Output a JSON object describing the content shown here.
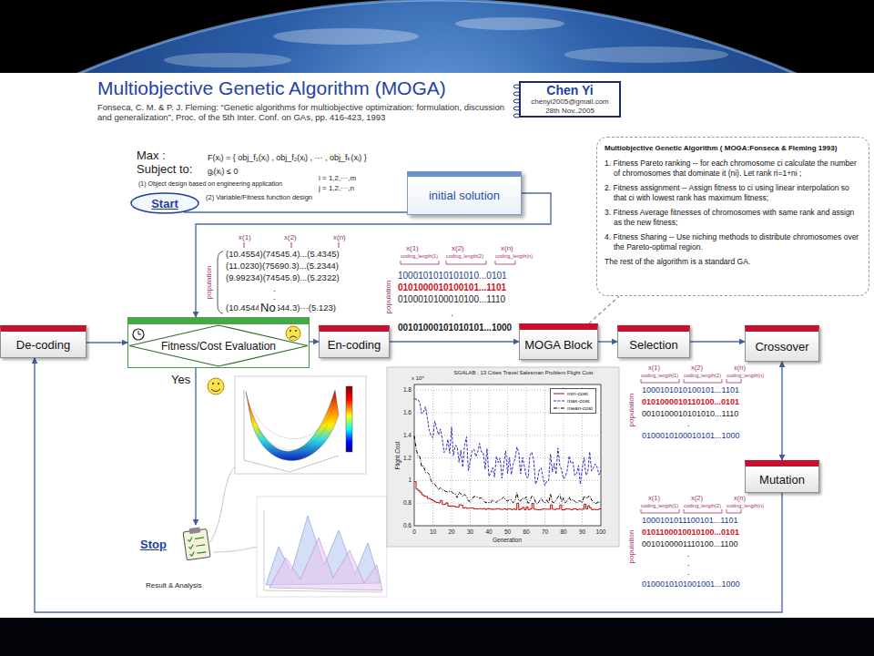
{
  "diagram": {
    "title": "Multiobjective Genetic Algorithm (MOGA)",
    "nodes": [
      {
        "text": [
          "Chen Yi",
          "chenyi2005@gmail.com",
          "28th Nov.,2005"
        ]
      },
      {
        "text": [
          "Start"
        ]
      },
      {
        "text": [
          "initial solution"
        ]
      },
      {
        "text": [
          "Multiobjective Genetic Algorithm ( MOGA:Fonseca & Fleming 1993)",
          "1. Fitness Pareto ranking -- for each chromosome ci calculate the number of chromosomes that dominate it (ni). Let rank ri=1+ni ;",
          "2. Fitness assignment -- Assign fitness to ci using linear interpolation so that ci with lowest rank has maximum fitness;",
          "3. Fitness Average fitnesses of chromosomes with same rank and assign as the new fitness;",
          "4. Fitness Sharing -- Use niching methods to distribute chromosomes over the Pareto-optimal region.",
          "The rest of the algorithm is a standard GA."
        ]
      },
      {
        "text": [
          "De-coding"
        ]
      },
      {
        "text": [
          "Fitness/Cost Evaluation"
        ]
      },
      {
        "text": [
          "En-coding"
        ]
      },
      {
        "text": [
          "MOGA Block"
        ]
      },
      {
        "text": [
          "Selection"
        ]
      },
      {
        "text": [
          "Crossover"
        ]
      },
      {
        "text": [
          "Mutation"
        ]
      },
      {
        "text": [
          "Stop",
          "Result & Analysis"
        ]
      }
    ],
    "edges": [
      {
        "from": 1,
        "to": 2,
        "arrow": "none"
      },
      {
        "from": 2,
        "to": 5,
        "arrow": "to"
      },
      {
        "from": 4,
        "to": 5,
        "arrow": "to"
      },
      {
        "from": 5,
        "to": 6,
        "label": "No",
        "arrow": "to"
      },
      {
        "from": 6,
        "to": 7,
        "arrow": "to"
      },
      {
        "from": 7,
        "to": 8,
        "arrow": "to"
      },
      {
        "from": 8,
        "to": 9,
        "arrow": "to"
      },
      {
        "from": 9,
        "to": 10,
        "arrow": "both"
      },
      {
        "from": 10,
        "to": 4,
        "arrow": "to"
      },
      {
        "from": 5,
        "to": 11,
        "label": "Yes",
        "arrow": "to"
      },
      {
        "from": 7,
        "to": 3,
        "arrow": "none"
      }
    ],
    "labels": [
      "Fonseca, C. M. & P. J. Fleming: “Genetic algorithms for multiobjective optimization: formulation, discussion and generalization”, Proc. of the 5th Inter. Conf. on GAs, pp. 416-423, 1993",
      "Max :",
      "F(xᵢ) = { obj_f₁(xᵢ) , obj_f₂(xᵢ) , ··· , obj_fₖ(xᵢ) }",
      "Subject to:",
      "gⱼ(xᵢ) ≤ 0",
      "(1) Object design based on engineering application",
      "(2) Variable/Fitness function design",
      "i = 1,2,···,m",
      "j = 1,2,···,n",
      "x(1)",
      "x(2)",
      "x(n)",
      "(10.4554)(74545.4)...(5.4345)",
      "(11.0230)(75690.3)...(5.2344)",
      "(9.99234)(74545.9)...(5.2322)",
      ".",
      ".",
      "(10.4544)(74544.3)···(5.123)",
      "population",
      "x(1)",
      "coding_length(1)",
      "x(2)",
      "coding_length(2)",
      "x(n)",
      "coding_length(n)",
      "1000101010101010...0101",
      "0101000010100101...1101",
      "0100010100010100...1110",
      ".",
      "00101000101010101...1000",
      "population",
      "x(1)",
      "coding_length(1)",
      "x(2)",
      "coding_length(2)",
      "x(n)",
      "coding_length(n)",
      "1000101010100101...1101",
      "0101000010110100...0101",
      "0010100010101010...1110",
      ".",
      "0100010100010101...1000",
      "population",
      "x(1)",
      "coding_length(1)",
      "x(2)",
      "coding_length(2)",
      "x(n)",
      "coding_length(n)",
      "1000101011100101...1101",
      "0101100010010100...0101",
      "0010100001110100...1100",
      ".",
      ".",
      ".",
      "0100010101001001...1000",
      "population",
      "SGALAB : 13 Cities Travel Salesman Problem Flight Cost",
      "x 10⁴",
      "1.8",
      "1.6",
      "1.4",
      "1.2",
      "1",
      "0.8",
      "0.6",
      "0",
      "10",
      "20",
      "30",
      "40",
      "50",
      "60",
      "70",
      "80",
      "90",
      "100",
      "Generation",
      "Flight Cost"
    ],
    "legend": [
      {
        "text": "min-cost"
      },
      {
        "text": "max-cost"
      },
      {
        "text": "mean-cost"
      }
    ]
  }
}
